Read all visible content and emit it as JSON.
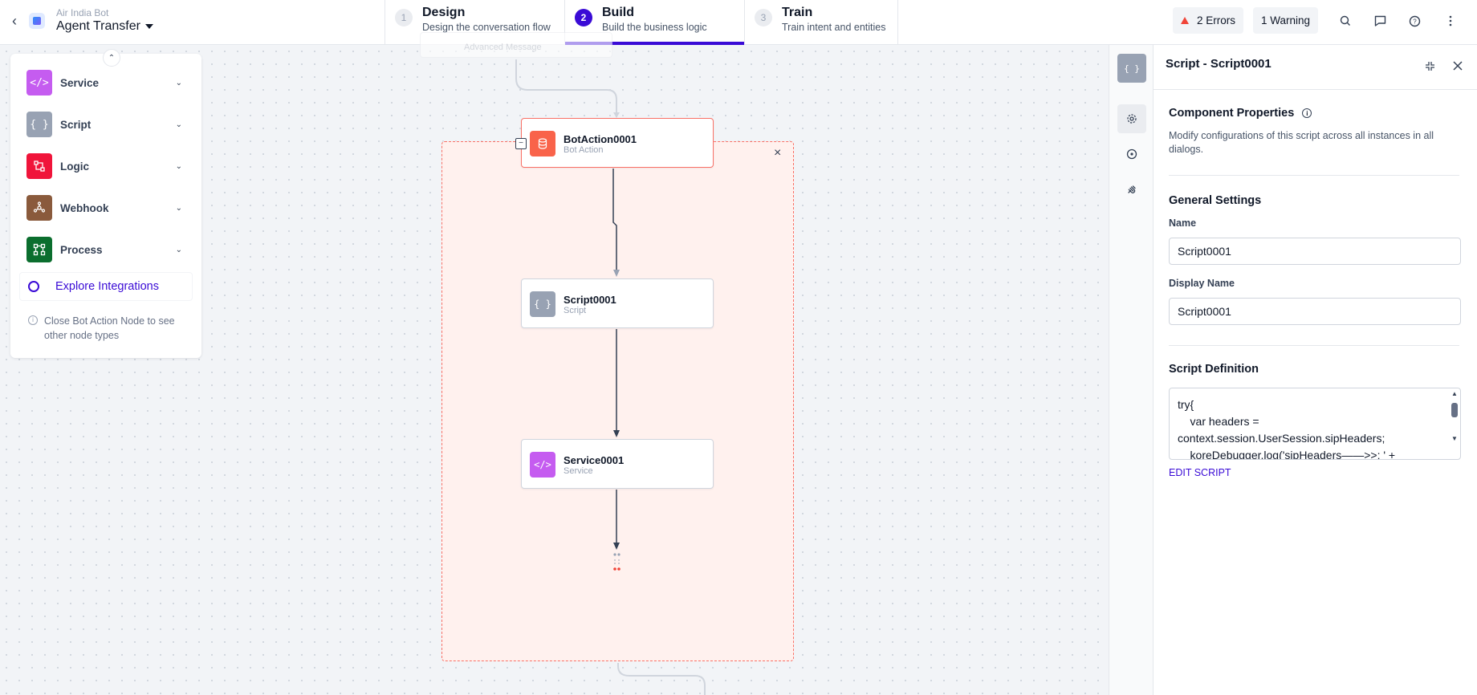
{
  "header": {
    "bot_name": "Air India Bot",
    "flow_name": "Agent Transfer",
    "steps": [
      {
        "num": "1",
        "title": "Design",
        "subtitle": "Design the conversation flow",
        "active": false
      },
      {
        "num": "2",
        "title": "Build",
        "subtitle": "Build the business logic",
        "active": true
      },
      {
        "num": "3",
        "title": "Train",
        "subtitle": "Train intent and entities",
        "active": false
      }
    ],
    "errors_label": "2 Errors",
    "warnings_label": "1 Warning",
    "accent_color": "#3a0bd6"
  },
  "palette": {
    "items": [
      {
        "label": "Service",
        "icon": "code-icon",
        "color": "#c55cf0",
        "glyph": "</>"
      },
      {
        "label": "Script",
        "icon": "braces-icon",
        "color": "#98a2b3",
        "glyph": "{}"
      },
      {
        "label": "Logic",
        "icon": "logic-icon",
        "color": "#f0143a",
        "glyph": "⇵"
      },
      {
        "label": "Webhook",
        "icon": "webhook-icon",
        "color": "#8a5a3c",
        "glyph": "✱"
      },
      {
        "label": "Process",
        "icon": "process-icon",
        "color": "#0b6e2e",
        "glyph": "⛶"
      }
    ],
    "explore_label": "Explore Integrations",
    "note": "Close Bot Action Node to see other node types"
  },
  "canvas": {
    "ghost_node_label": "Advanced Message",
    "nodes": [
      {
        "id": "botaction",
        "title": "BotAction0001",
        "subtitle": "Bot Action",
        "icon": "bot-action-icon",
        "color": "#f9634a"
      },
      {
        "id": "script",
        "title": "Script0001",
        "subtitle": "Script",
        "icon": "braces-icon",
        "color": "#98a2b3"
      },
      {
        "id": "service",
        "title": "Service0001",
        "subtitle": "Service",
        "icon": "code-icon",
        "color": "#c55cf0"
      }
    ]
  },
  "panel": {
    "title": "Script - Script0001",
    "component_properties": "Component Properties",
    "component_desc": "Modify configurations of this script across all instances in all dialogs.",
    "general_settings": "General Settings",
    "name_label": "Name",
    "name_value": "Script0001",
    "display_name_label": "Display Name",
    "display_name_value": "Script0001",
    "script_definition": "Script Definition",
    "script_lines": [
      "try{",
      "    var headers =",
      "context.session.UserSession.sipHeaders;",
      "    koreDebugger.log('sipHeaders——>>: ' +"
    ],
    "edit_script_label": "EDIT SCRIPT"
  }
}
